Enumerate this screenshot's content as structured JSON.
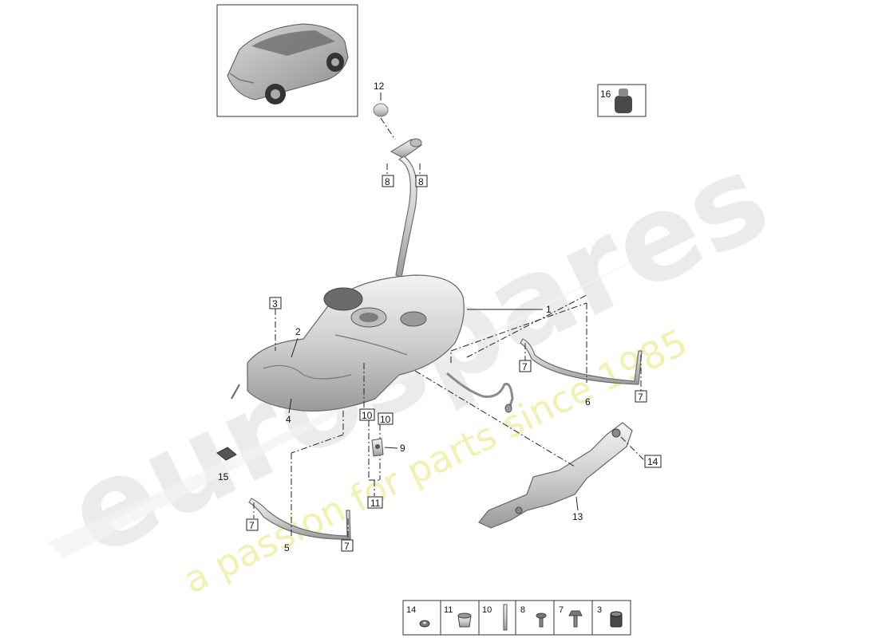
{
  "watermark": {
    "brand": "eurospares",
    "tagline": "a passion for parts since 1985",
    "brand_color": "#e4e4e4",
    "tagline_color": "#f0f0a8"
  },
  "thumbnail": {
    "icon": "car-icon"
  },
  "callouts": {
    "c1": "1",
    "c2": "2",
    "c3": "3",
    "c4": "4",
    "c5": "5",
    "c6": "6",
    "c7a": "7",
    "c7b": "7",
    "c7c": "7",
    "c7d": "7",
    "c8a": "8",
    "c8b": "8",
    "c9": "9",
    "c10a": "10",
    "c10b": "10",
    "c11": "11",
    "c12": "12",
    "c13": "13",
    "c14": "14",
    "c15": "15",
    "c16": "16"
  },
  "legend": [
    {
      "num": "14",
      "icon": "washer-icon"
    },
    {
      "num": "11",
      "icon": "nut-icon"
    },
    {
      "num": "10",
      "icon": "stud-icon"
    },
    {
      "num": "8",
      "icon": "bolt-icon"
    },
    {
      "num": "7",
      "icon": "bolt-washer-icon"
    },
    {
      "num": "3",
      "icon": "hex-nut-icon"
    }
  ]
}
